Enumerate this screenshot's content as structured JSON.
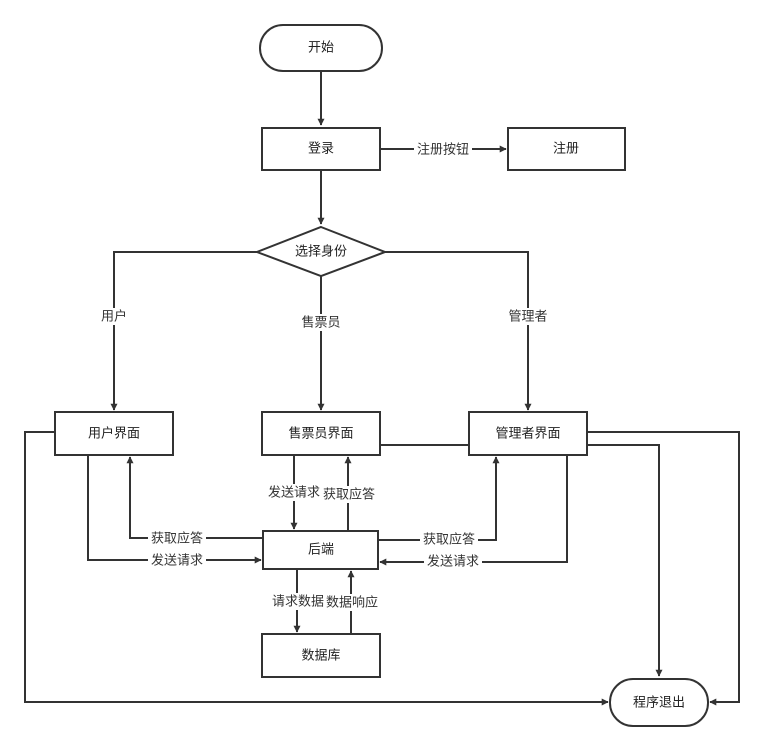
{
  "flowchart": {
    "nodes": {
      "start": "开始",
      "login": "登录",
      "register": "注册",
      "choose_identity": "选择身份",
      "user_ui": "用户界面",
      "seller_ui": "售票员界面",
      "admin_ui": "管理者界面",
      "backend": "后端",
      "database": "数据库",
      "exit": "程序退出"
    },
    "edge_labels": {
      "register_button": "注册按钮",
      "user": "用户",
      "seller": "售票员",
      "admin": "管理者",
      "user_get_response": "获取应答",
      "user_send_request": "发送请求",
      "seller_send_request": "发送请求",
      "seller_get_response": "获取应答",
      "admin_get_response": "获取应答",
      "admin_send_request": "发送请求",
      "request_data": "请求数据",
      "data_response": "数据响应"
    }
  }
}
